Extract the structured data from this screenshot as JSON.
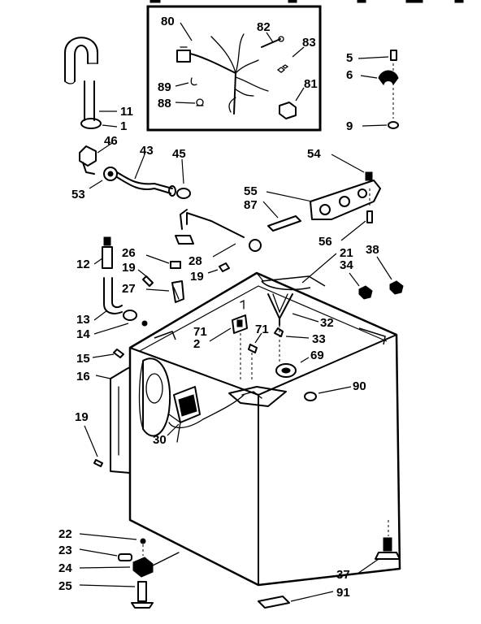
{
  "labels": {
    "l80": "80",
    "l82": "82",
    "l83": "83",
    "l89": "89",
    "l88": "88",
    "l81": "81",
    "l5": "5",
    "l6": "6",
    "l9": "9",
    "l11": "11",
    "l1": "1",
    "l46": "46",
    "l43": "43",
    "l45": "45",
    "l53": "53",
    "l54": "54",
    "l55": "55",
    "l87": "87",
    "l56": "56",
    "l21": "21",
    "l34": "34",
    "l38": "38",
    "l12": "12",
    "l26": "26",
    "l28": "28",
    "l19a": "19",
    "l19b": "19",
    "l27": "27",
    "l13": "13",
    "l14": "14",
    "l71a": "71",
    "l2": "2",
    "l71b": "71",
    "l32": "32",
    "l33": "33",
    "l69": "69",
    "l15": "15",
    "l16": "16",
    "l90": "90",
    "l19c": "19",
    "l30": "30",
    "l22": "22",
    "l23": "23",
    "l24": "24",
    "l25": "25",
    "l37": "37",
    "l91": "91"
  }
}
